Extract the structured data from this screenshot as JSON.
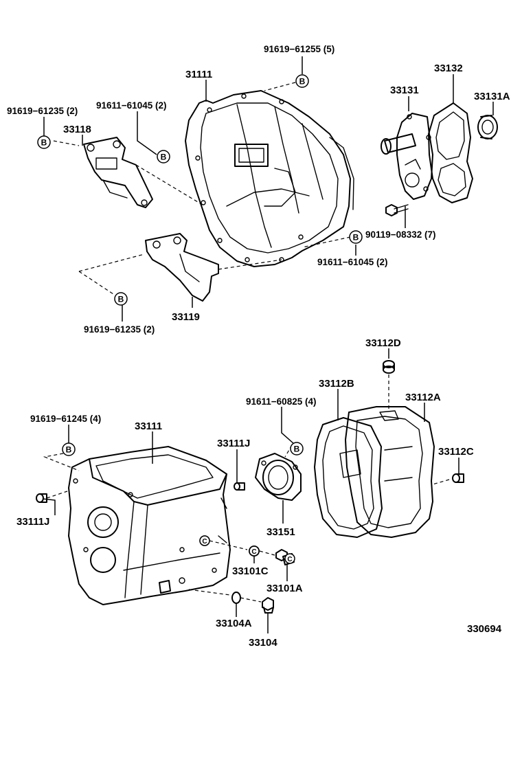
{
  "markers": {
    "b": "B",
    "c": "C"
  },
  "labels": {
    "p91619_61255": "91619−61255 (5)",
    "p31111": "31111",
    "p33131": "33131",
    "p33132": "33132",
    "p33131A": "33131A",
    "p91619_61235_a": "91619−61235 (2)",
    "p91611_61045_a": "91611−61045 (2)",
    "p33118": "33118",
    "p90119_08332": "90119−08332 (7)",
    "p91611_61045_b": "91611−61045 (2)",
    "p33119": "33119",
    "p91619_61235_b": "91619−61235 (2)",
    "p33112D": "33112D",
    "p33112B": "33112B",
    "p33112A": "33112A",
    "p91611_60825": "91611−60825 (4)",
    "p91619_61245": "91619−61245 (4)",
    "p33111": "33111",
    "p33111J_a": "33111J",
    "p33112C": "33112C",
    "p33111J_b": "33111J",
    "p33151": "33151",
    "p33101C": "33101C",
    "p33101A": "33101A",
    "p33104A": "33104A",
    "p33104": "33104",
    "p330694": "330694"
  }
}
